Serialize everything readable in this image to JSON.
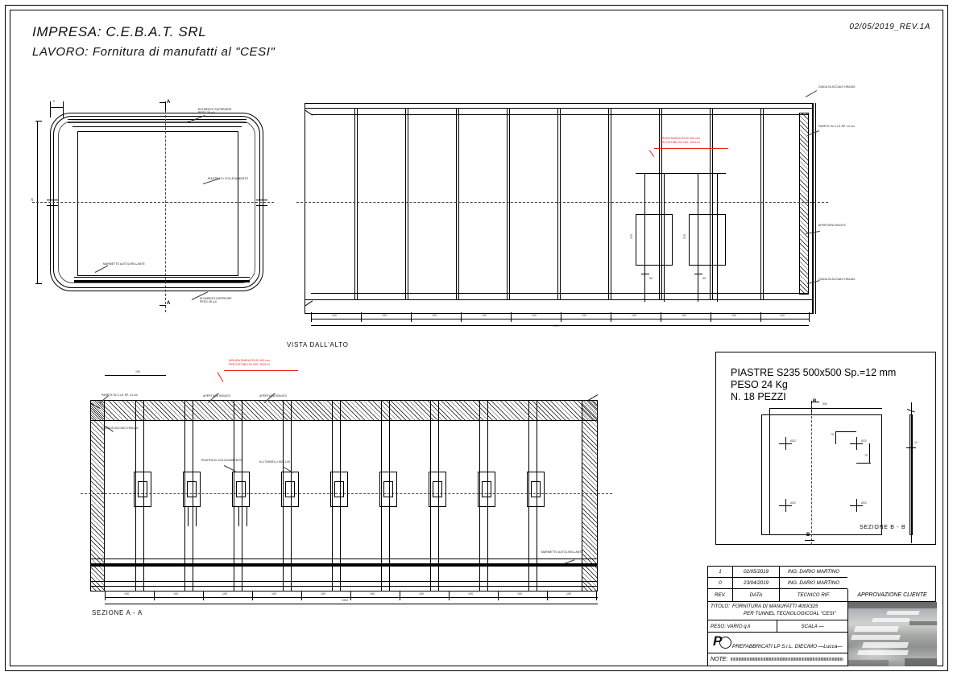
{
  "sheet": {
    "header": {
      "impresa": "IMPRESA:  C.E.B.A.T.  SRL",
      "lavoro": "LAVORO: Fornitura  di  manufatti  al  \"CESI\"",
      "revision": "02/05/2019_REV.1A"
    },
    "captions": {
      "top_view": "VISTA DALL'ALTO",
      "section_aa": "SEZIONE A - A",
      "section_bb": "SEZIONE  B - B"
    },
    "section_marks": {
      "a_top": "A",
      "a_bottom": "A",
      "b_top": "B",
      "b_bottom": "B"
    },
    "annotations": {
      "elemento_superiore": "ELEMENTO SUPERIORE",
      "elemento_superiore_peso": "PESO 38 q.li",
      "elemento_inferiore": "ELEMENTO INFERIORE",
      "elemento_inferiore_peso": "PESO 46 q.li",
      "piastra_collegamento": "PIASTRA DI COLLEGAMENTO",
      "marmetto": "MARMETTO AUTOLIVELLANTE",
      "guida_acciaio": "GUIDA IN ACCIAIO HEA160",
      "parete_cls": "PARETE IN C.LS SP. 14 cm",
      "apertura": "APERTURA 900x370",
      "tasselli": "N.4 TASSELLI M20 140"
    },
    "red_notes": {
      "line1": "MISURA DIMINUITA DI 400 mm",
      "line2": "PER FATTIBILITA' DEL TAGLIO"
    },
    "dimensions": {
      "elevation": [
        "190",
        "190",
        "190",
        "190",
        "190",
        "190",
        "190",
        "190",
        "190",
        "190"
      ],
      "elevation_total": "1900",
      "section": [
        "190",
        "190",
        "190",
        "190",
        "190",
        "190",
        "190",
        "190",
        "190",
        "190"
      ],
      "section_total": "1900"
    },
    "plate_detail": {
      "line1": "PIASTRE S235 500x500 Sp.=12 mm",
      "line2": "PESO 24 Kg",
      "line3": "N.    18 PEZZI"
    },
    "title_block": {
      "rows": [
        {
          "rev": "1",
          "date": "02/05/2019",
          "tecnico": "ING.  DARIO  MARTINO"
        },
        {
          "rev": "0",
          "date": "23/04/2019",
          "tecnico": "ING.  DARIO  MARTINO"
        }
      ],
      "headers": {
        "rev": "REV.",
        "data": "DATA",
        "tecnico": "TECNICO  RIF."
      },
      "approval": "APPROVAZIONE  CLIENTE",
      "titolo_label": "TITOLO:",
      "titolo_line1": "FORNITURA  DI  MANUFATTI  400X325",
      "titolo_line2": "PER TUNNEL  TECNOLOGICOAL  \"CESI\"",
      "peso": "PESO:  VARIO  q.li",
      "scala": "SCALA     —",
      "company": "PREFABBRICATI LP S.r.L.  DIECIMO  —Lucca—",
      "note_label": "NOTE:"
    }
  }
}
